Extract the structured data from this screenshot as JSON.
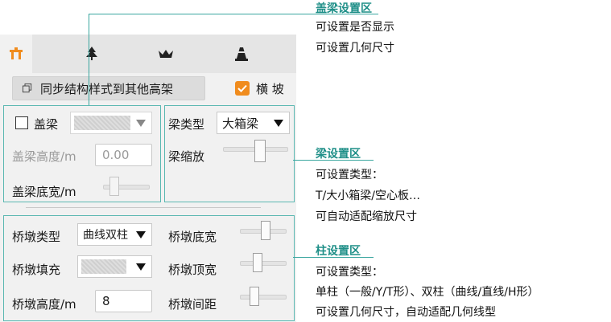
{
  "tabs": [
    {
      "icon": "cap-beam-icon",
      "active": true
    },
    {
      "icon": "tree-icon",
      "active": false
    },
    {
      "icon": "crown-icon",
      "active": false
    },
    {
      "icon": "traffic-cone-icon",
      "active": false
    }
  ],
  "sync_button": {
    "label": "同步结构样式到其他高架"
  },
  "slope": {
    "label": "横 坡",
    "checked": true
  },
  "cap_beam": {
    "checkbox_label": "盖梁",
    "height_label": "盖梁高度/m",
    "height_value": "0.00",
    "bottom_width_label": "盖梁底宽/m"
  },
  "beam": {
    "type_label": "梁类型",
    "type_value": "大箱梁",
    "scale_label": "梁缩放"
  },
  "pier": {
    "type_label": "桥墩类型",
    "type_value": "曲线双柱",
    "fill_label": "桥墩填充",
    "height_label": "桥墩高度/m",
    "height_value": "8",
    "bottom_width_label": "桥墩底宽",
    "top_width_label": "桥墩顶宽",
    "spacing_label": "桥墩间距"
  },
  "callouts": [
    {
      "title": "盖梁设置区",
      "lines": [
        "可设置是否显示",
        "可设置几何尺寸"
      ]
    },
    {
      "title": "梁设置区",
      "lines": [
        "可设置类型：",
        "T/大小箱梁/空心板…",
        "可自动适配缩放尺寸"
      ]
    },
    {
      "title": "柱设置区",
      "lines": [
        "可设置类型：",
        "单柱（一般/Y/T形）、双柱（曲线/直线/H形）",
        "可设置几何尺寸，自动适配几何线型"
      ]
    }
  ],
  "colors": {
    "accent_orange": "#f08c1e",
    "callout_teal": "#3aa69f",
    "panel_bg": "#f1f1f1"
  }
}
